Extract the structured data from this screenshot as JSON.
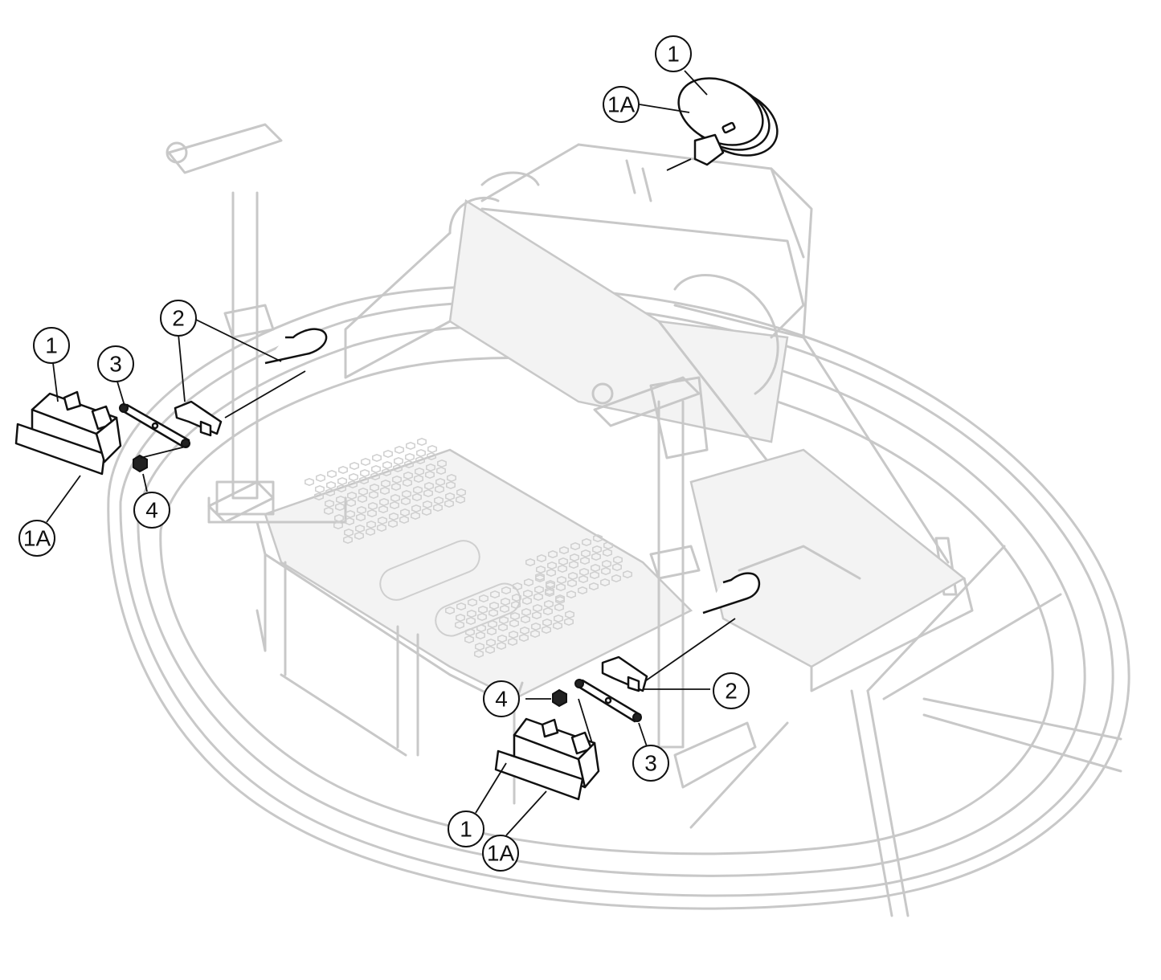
{
  "callouts": [
    {
      "label": "1"
    },
    {
      "label": "1A"
    },
    {
      "label": "2"
    },
    {
      "label": "1"
    },
    {
      "label": "3"
    },
    {
      "label": "4"
    },
    {
      "label": "1A"
    },
    {
      "label": "4"
    },
    {
      "label": "2"
    },
    {
      "label": "3"
    },
    {
      "label": "1"
    },
    {
      "label": "1A"
    }
  ],
  "colors": {
    "machine_outline": "#c8c8c8",
    "part_outline": "#111111"
  }
}
